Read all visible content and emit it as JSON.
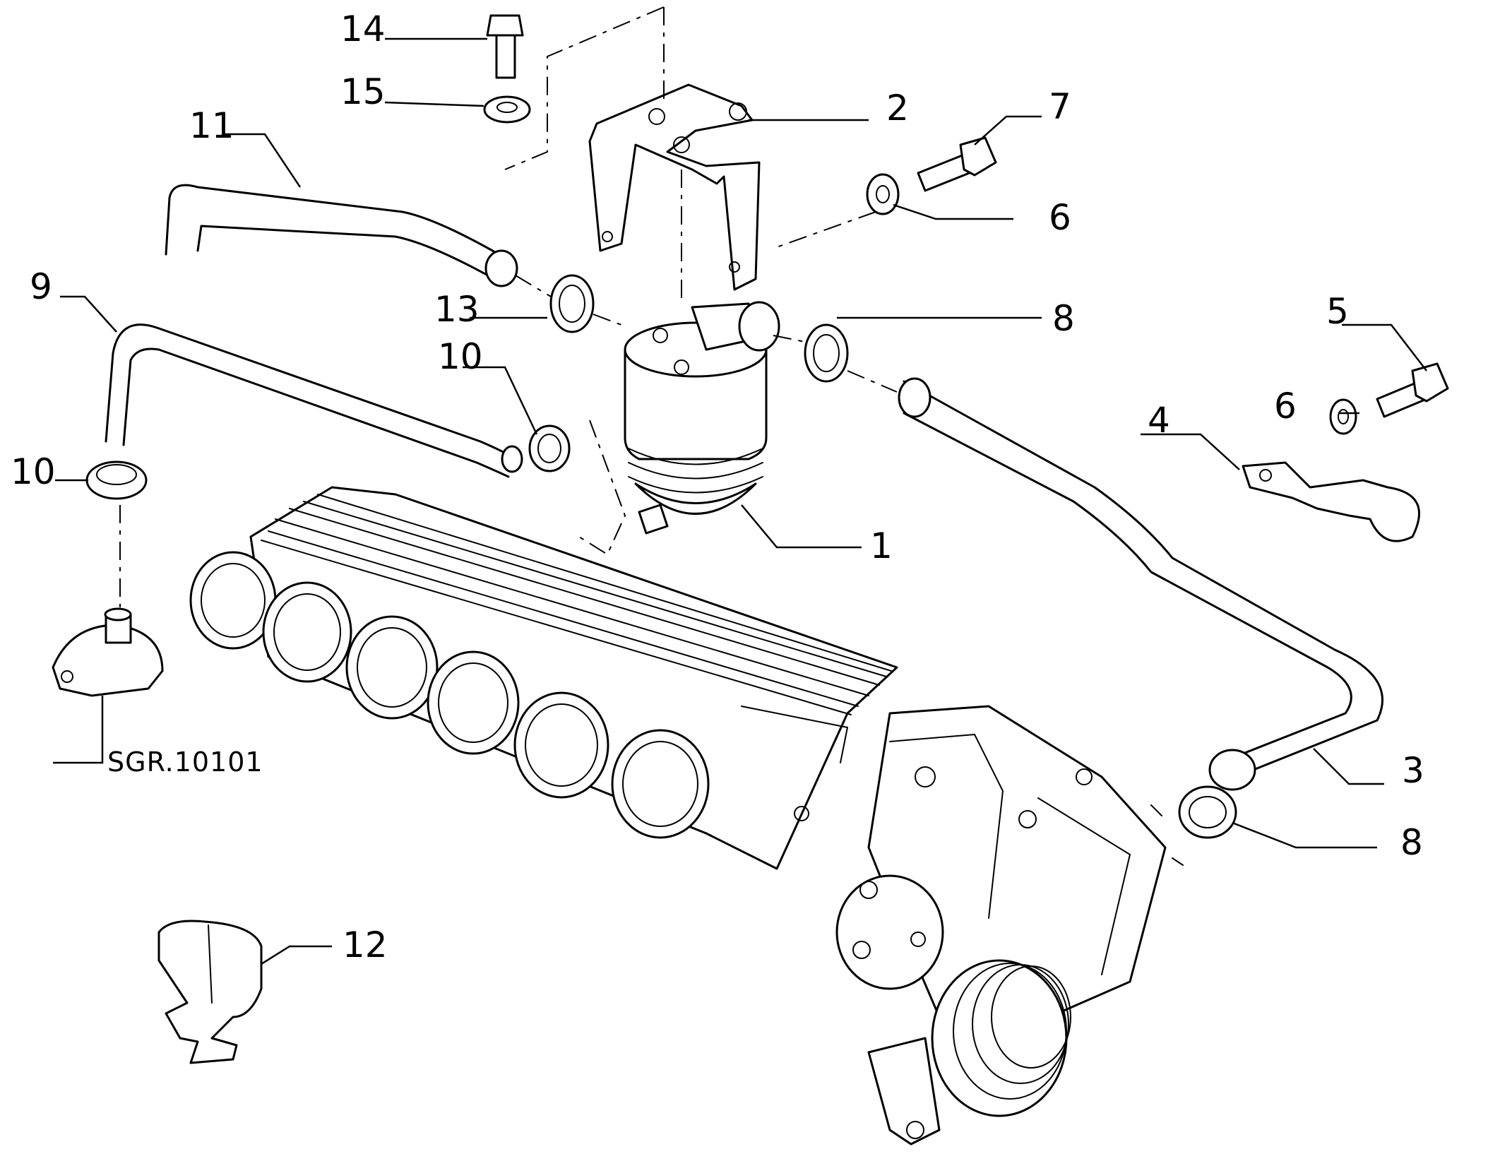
{
  "labels": {
    "p1": "1",
    "p2": "2",
    "p3": "3",
    "p4": "4",
    "p5": "5",
    "p6a": "6",
    "p6b": "6",
    "p7": "7",
    "p8a": "8",
    "p8b": "8",
    "p9": "9",
    "p10a": "10",
    "p10b": "10",
    "p11": "11",
    "p12": "12",
    "p13": "13",
    "p14": "14",
    "p15": "15"
  },
  "reference": "SGR.10101"
}
